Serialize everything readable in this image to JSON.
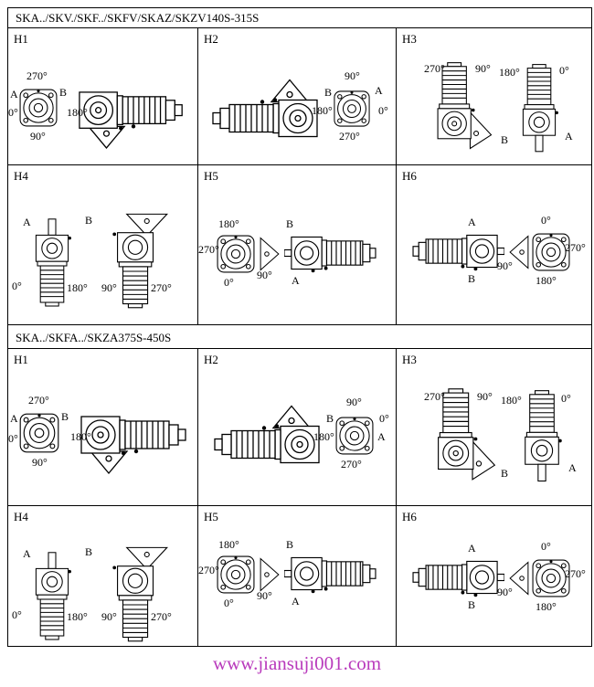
{
  "sections": [
    {
      "title": "SKA../SKV./SKF../SKFV/SKAZ/SKZV140S-315S",
      "rows": [
        {
          "cells": [
            {
              "label": "H1",
              "annotations": [
                "270°",
                "A",
                "B",
                "0°",
                "180°",
                "90°"
              ]
            },
            {
              "label": "H2",
              "annotations": [
                "90°",
                "B",
                "180°",
                "A",
                "0°",
                "270°"
              ]
            },
            {
              "label": "H3",
              "annotations": [
                "270°",
                "90°",
                "180°",
                "0°",
                "B",
                "A"
              ]
            }
          ]
        },
        {
          "cells": [
            {
              "label": "H4",
              "annotations": [
                "A",
                "B",
                "0°",
                "180°",
                "90°",
                "270°"
              ]
            },
            {
              "label": "H5",
              "annotations": [
                "180°",
                "B",
                "270°",
                "0°",
                "90°",
                "A"
              ]
            },
            {
              "label": "H6",
              "annotations": [
                "A",
                "B",
                "0°",
                "270°",
                "90°",
                "180°"
              ]
            }
          ]
        }
      ]
    },
    {
      "title": "SKA../SKFA../SKZA375S-450S",
      "rows": [
        {
          "cells": [
            {
              "label": "H1",
              "annotations": [
                "270°",
                "A",
                "B",
                "0°",
                "180°",
                "90°"
              ]
            },
            {
              "label": "H2",
              "annotations": [
                "90°",
                "B",
                "180°",
                "A",
                "0°",
                "270°"
              ]
            },
            {
              "label": "H3",
              "annotations": [
                "270°",
                "90°",
                "180°",
                "0°",
                "B",
                "A"
              ]
            }
          ]
        },
        {
          "cells": [
            {
              "label": "H4",
              "annotations": [
                "A",
                "B",
                "0°",
                "180°",
                "90°",
                "270°"
              ]
            },
            {
              "label": "H5",
              "annotations": [
                "180°",
                "B",
                "270°",
                "0°",
                "90°",
                "A"
              ]
            },
            {
              "label": "H6",
              "annotations": [
                "A",
                "B",
                "0°",
                "270°",
                "90°",
                "180°"
              ]
            }
          ]
        }
      ]
    }
  ],
  "footer": {
    "text": "www.jiansuji001.com",
    "color": "#b93abc"
  }
}
